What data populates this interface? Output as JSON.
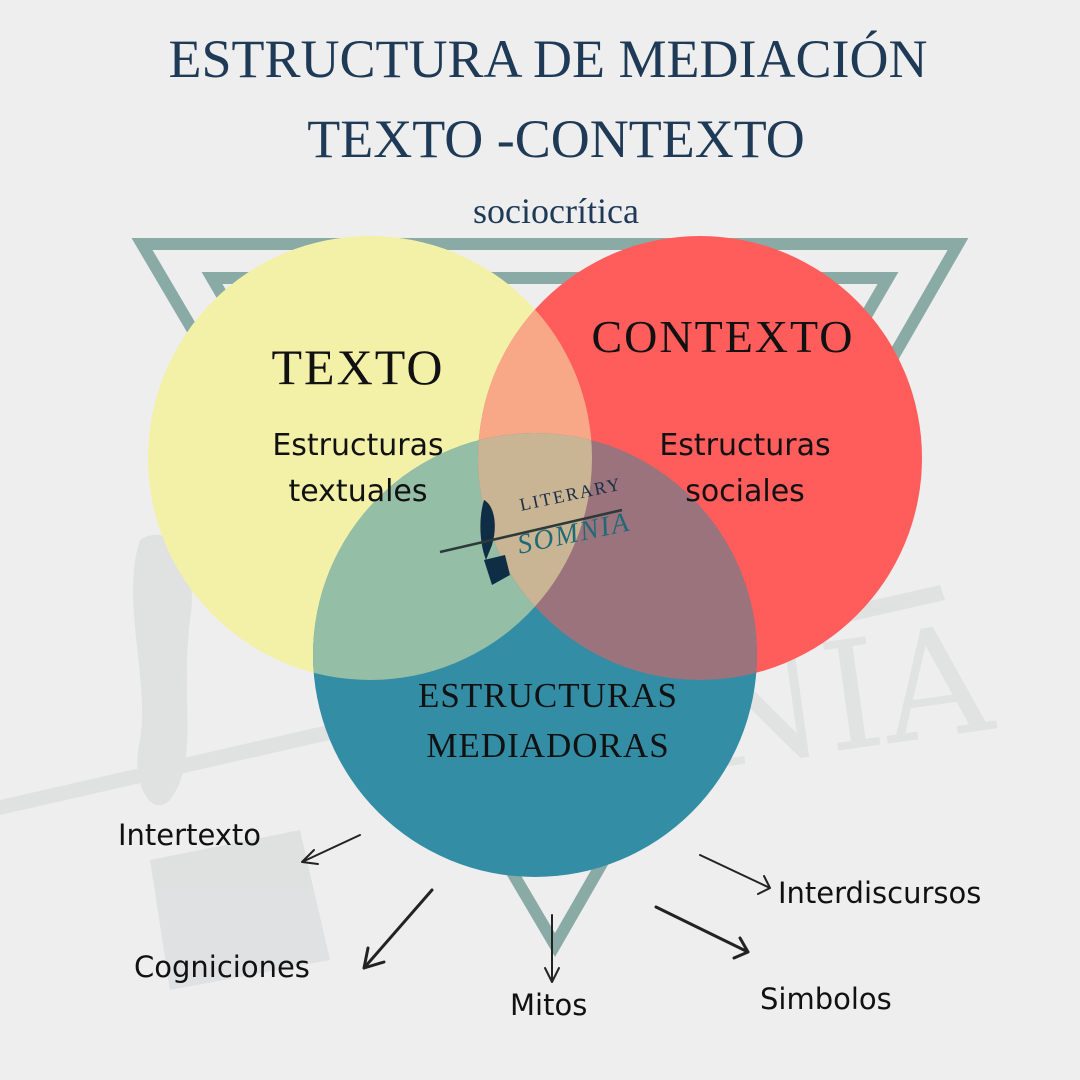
{
  "title": {
    "line1": "ESTRUCTURA DE MEDIACIÓN",
    "line2": "TEXTO -CONTEXTO",
    "subtitle": "sociocrítica"
  },
  "circles": {
    "texto": {
      "heading": "TEXTO",
      "line1": "Estructuras",
      "line2": "textuales",
      "color": "#f3f0a8"
    },
    "contexto": {
      "heading": "CONTEXTO",
      "line1": "Estructuras",
      "line2": "sociales",
      "color": "#ff5c5c"
    },
    "mediadoras": {
      "line1": "ESTRUCTURAS",
      "line2": "MEDIADORAS",
      "color": "#338da5"
    }
  },
  "logo": {
    "line1": "LITERARY",
    "line2": "SOMNIA"
  },
  "branches": [
    "Intertexto",
    "Cogniciones",
    "Mitos",
    "Simbolos",
    "Interdiscursos"
  ],
  "colors": {
    "title": "#1e3a56",
    "triangle": "#8aaba5"
  }
}
